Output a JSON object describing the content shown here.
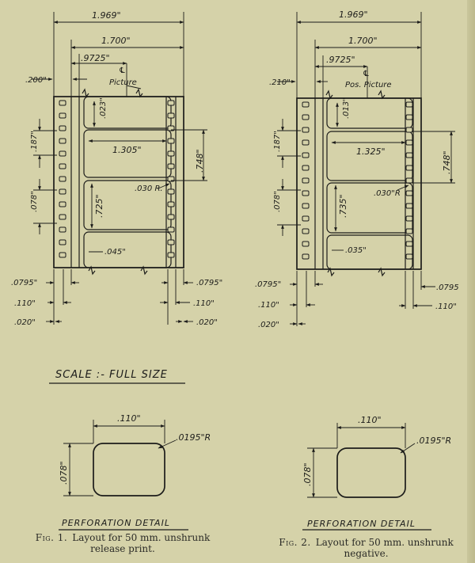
{
  "figure1": {
    "dims": {
      "overall_width": "1.969\"",
      "image_width": "1.700\"",
      "center_offset": ".9725\"",
      "left_margin": ".200\"",
      "picture_label": "Picture",
      "top_gap": ".023\"",
      "frame_width": "1.305\"",
      "pitch": ".748\"",
      "corner_radius": ".030 R.",
      "perf_pitch": ".187\"",
      "perf_height": ".078\"",
      "frame_height": ".725\"",
      "frame_gap": ".045\"",
      "perf_edge_left": ".0795\"",
      "perf_edge_right": ".0795\"",
      "perf_width_left": ".110\"",
      "perf_width_right": ".110\"",
      "rail_left": ".020\"",
      "rail_right": ".020\""
    },
    "perforation": {
      "title": "PERFORATION DETAIL",
      "width": ".110\"",
      "height": ".078\"",
      "radius": ".0195\"R"
    },
    "caption": {
      "label": "Fig. 1.",
      "text": "Layout for 50 mm. unshrunk release print."
    }
  },
  "figure2": {
    "dims": {
      "overall_width": "1.969\"",
      "image_width": "1.700\"",
      "center_offset": ".9725\"",
      "left_margin": ".210\"",
      "picture_label": "Pos. Picture",
      "top_gap": ".013\"",
      "frame_width": "1.325\"",
      "pitch": ".748\"",
      "corner_radius": ".030\"R",
      "perf_pitch": ".187\"",
      "perf_height": ".078\"",
      "frame_height": ".735\"",
      "frame_gap": ".035\"",
      "perf_edge_left": ".0795\"",
      "perf_edge_right": ".0795",
      "perf_width_left": ".110\"",
      "perf_width_right": ".110\"",
      "rail_left": ".020\""
    },
    "perforation": {
      "title": "PERFORATION DETAIL",
      "width": ".110\"",
      "height": ".078\"",
      "radius": ".0195\"R"
    },
    "caption": {
      "label": "Fig. 2.",
      "text": "Layout for 50 mm. unshrunk negative."
    }
  },
  "scale_note": "SCALE :- FULL SIZE",
  "colors": {
    "paper": "#d5d2a9",
    "ink": "#1c1c1a"
  }
}
